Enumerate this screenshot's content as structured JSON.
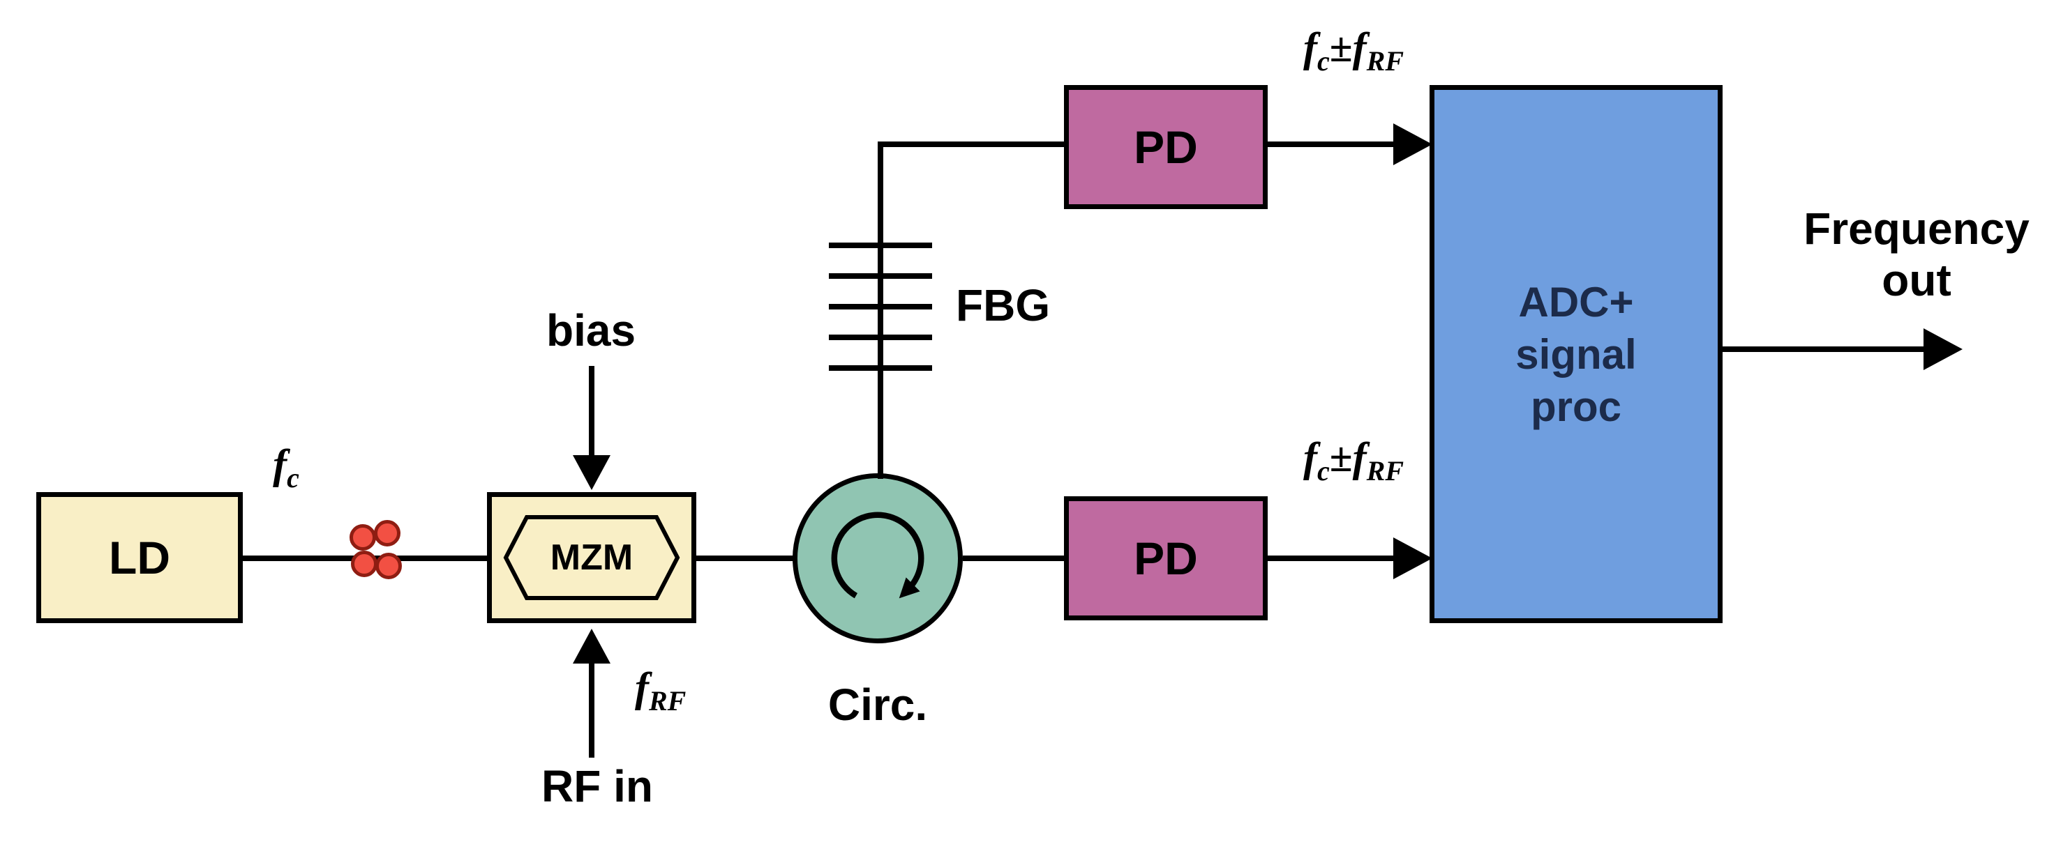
{
  "colors": {
    "background": "#ffffff",
    "cream_box": "#f9efc6",
    "purple_box": "#bf6aa0",
    "blue_box": "#6f9edf",
    "circulator_fill": "#90c5b2",
    "dot_fill": "#f25043",
    "dot_outline": "#8f1d12",
    "line": "#000000",
    "adc_text": "#1c2b4a"
  },
  "nodes": {
    "ld": {
      "label": "LD"
    },
    "mzm": {
      "label": "MZM"
    },
    "circulator": {
      "label": "Circ."
    },
    "fbg": {
      "label": "FBG"
    },
    "pd_top": {
      "label": "PD"
    },
    "pd_bottom": {
      "label": "PD"
    },
    "adc": {
      "line1": "ADC+",
      "line2": "signal",
      "line3": "proc"
    }
  },
  "labels": {
    "fc": {
      "symbol": "f",
      "subscript": "c"
    },
    "bias": "bias",
    "f_rf": {
      "symbol": "f",
      "subscript": "RF"
    },
    "rf_in": "RF in",
    "fc_pm_frf_top": {
      "symbol1": "f",
      "subscript1": "c",
      "operator": "±",
      "symbol2": "f",
      "subscript2": "RF"
    },
    "fc_pm_frf_bottom": {
      "symbol1": "f",
      "subscript1": "c",
      "operator": "±",
      "symbol2": "f",
      "subscript2": "RF"
    },
    "frequency_out": {
      "line1": "Frequency",
      "line2": "out"
    }
  },
  "icons": {
    "fiber_dots": "fiber-dots-icon",
    "circulator_rotation": "circular-arrow-icon",
    "fbg_grating": "grating-icon"
  }
}
